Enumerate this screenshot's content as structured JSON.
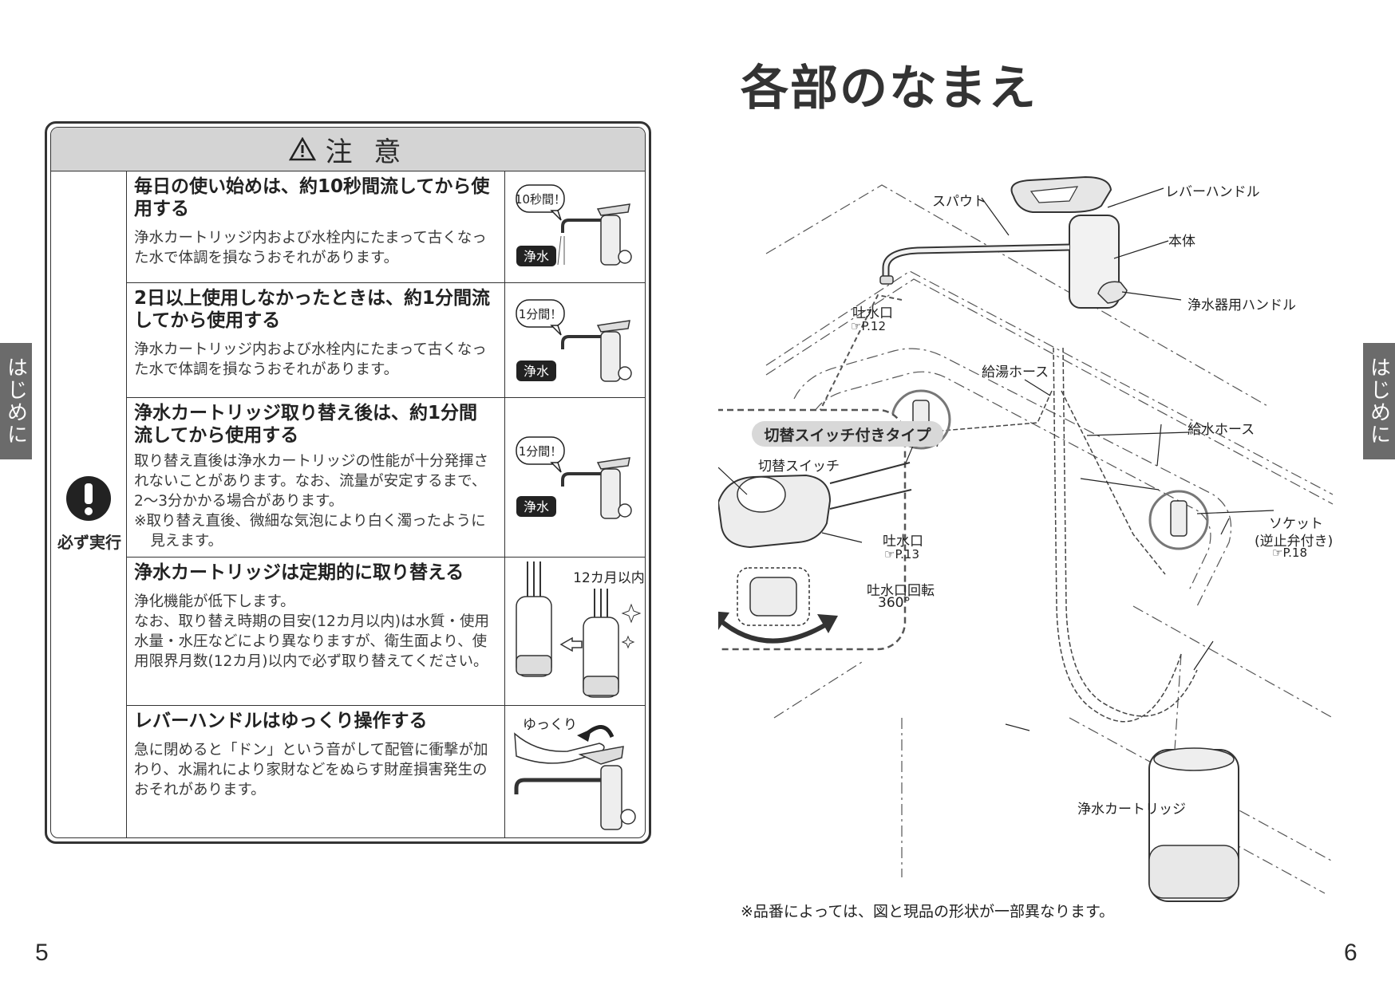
{
  "side_tab": "はじめに",
  "left_page": {
    "page_number": "5",
    "caution_title": "注 意",
    "must_label": "必ず実行",
    "rows": [
      {
        "title": "毎日の使い始めは、約10秒間流してから使用する",
        "body": "浄水カートリッジ内および水栓内にたまって古くなった水で体調を損なうおそれがあります。",
        "bubble": "10秒間！",
        "tag": "浄水"
      },
      {
        "title": "2日以上使用しなかったときは、約1分間流してから使用する",
        "body": "浄水カートリッジ内および水栓内にたまって古くなった水で体調を損なうおそれがあります。",
        "bubble": "1分間！",
        "tag": "浄水"
      },
      {
        "title": "浄水カートリッジ取り替え後は、約1分間流してから使用する",
        "body": "取り替え直後は浄水カートリッジの性能が十分発揮されないことがあります。なお、流量が安定するまで、2〜3分かかる場合があります。",
        "note": "※取り替え直後、微細な気泡により白く濁ったように見えます。",
        "bubble": "1分間！",
        "tag": "浄水"
      },
      {
        "title": "浄水カートリッジは定期的に取り替える",
        "body": "浄化機能が低下します。",
        "body2": "なお、取り替え時期の目安(12カ月以内)は水質・使用水量・水圧などにより異なりますが、衛生面より、使用限界月数(12カ月)以内で必ず取り替えてください。",
        "image_label": "12カ月以内"
      },
      {
        "title": "レバーハンドルはゆっくり操作する",
        "body": "急に閉めると「ドン」という音がして配管に衝撃が加わり、水漏れにより家財などをぬらす財産損害発生のおそれがあります。",
        "image_label": "ゆっくり"
      }
    ]
  },
  "right_page": {
    "page_number": "6",
    "title": "各部のなまえ",
    "labels": {
      "spout": "スパウト",
      "lever_handle": "レバーハンドル",
      "body": "本体",
      "outlet": "吐水口",
      "outlet_ref": "P.12",
      "filter_handle": "浄水器用ハンドル",
      "hot_hose": "給湯ホース",
      "water_hose": "給水ホース",
      "socket": "ソケット",
      "socket_sub": "(逆止弁付き)",
      "socket_ref": "P.18",
      "cartridge": "浄水カートリッジ"
    },
    "inset": {
      "badge": "切替スイッチ付きタイプ",
      "switch": "切替スイッチ",
      "outlet": "吐水口",
      "outlet_ref": "P.13",
      "rotation": "吐水口回転",
      "rotation_deg": "360°"
    },
    "footnote": "※品番によっては、図と現品の形状が一部異なります。"
  }
}
